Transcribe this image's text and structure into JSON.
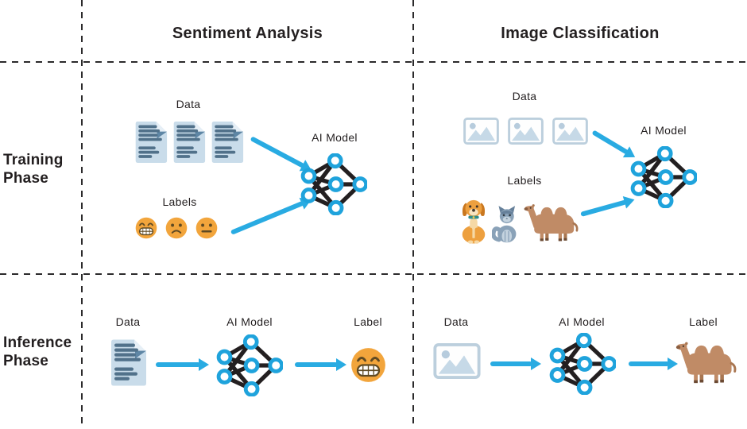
{
  "header": {
    "col1": "Sentiment Analysis",
    "col2": "Image Classification"
  },
  "rows": {
    "row1": "Training Phase",
    "row2": "Inference Phase"
  },
  "cells": {
    "training_sentiment": {
      "data": "Data",
      "labels": "Labels",
      "model": "AI Model",
      "data_icons": [
        "text-document",
        "text-document",
        "text-document"
      ],
      "label_icons": [
        "grinning-face",
        "frowning-face",
        "neutral-face"
      ]
    },
    "training_image": {
      "data": "Data",
      "labels": "Labels",
      "model": "AI Model",
      "data_icons": [
        "picture",
        "picture",
        "picture"
      ],
      "label_icons": [
        "dog",
        "cat",
        "camel"
      ]
    },
    "inference_sentiment": {
      "data": "Data",
      "model": "AI Model",
      "label": "Label",
      "data_icon": "text-document",
      "output_icon": "grinning-face"
    },
    "inference_image": {
      "data": "Data",
      "model": "AI Model",
      "label": "Label",
      "data_icon": "picture",
      "output_icon": "camel"
    }
  },
  "colors": {
    "arrow_blue": "#29ABE2",
    "node_blue": "#1FA3DC",
    "edge_black": "#231F20",
    "text": "#231F20",
    "grid_dash": "#2B2A2B",
    "doc_page": "#C9DCEA",
    "doc_text": "#51718A",
    "image_frame": "#BCCFDD",
    "image_fill": "#C6D9E7",
    "emoji_orange": "#F2A53C",
    "dog_orange": "#EDA03F",
    "cat_gray": "#8AA2B8",
    "camel_brown": "#C08B66"
  }
}
